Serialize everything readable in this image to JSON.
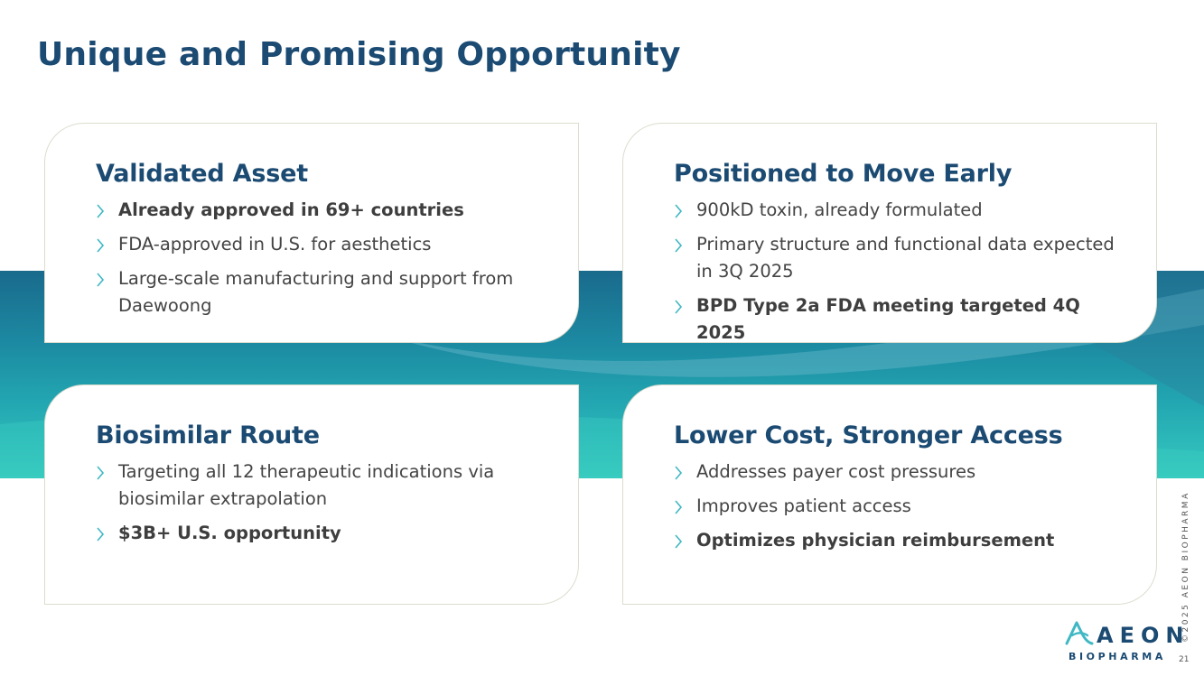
{
  "title": "Unique and Promising Opportunity",
  "colors": {
    "navy": "#1b4a72",
    "teal_accent": "#3fb8c4",
    "band_top": "#1a6a8c",
    "band_bottom": "#36c9bf"
  },
  "cards": [
    {
      "heading": "Validated Asset",
      "bullets": [
        {
          "text": "Already approved in 69+ countries",
          "bold": true
        },
        {
          "text": "FDA-approved in U.S. for aesthetics",
          "bold": false
        },
        {
          "text": "Large-scale manufacturing and support from Daewoong",
          "bold": false
        }
      ]
    },
    {
      "heading": "Positioned to Move Early",
      "bullets": [
        {
          "text": "900kD toxin, already formulated",
          "bold": false
        },
        {
          "text": "Primary structure and functional data expected in 3Q 2025",
          "bold": false
        },
        {
          "text": "BPD Type 2a FDA meeting targeted 4Q 2025",
          "bold": true
        }
      ]
    },
    {
      "heading": "Biosimilar Route",
      "bullets": [
        {
          "text": "Targeting all 12 therapeutic indications via biosimilar extrapolation",
          "bold": false
        },
        {
          "text": "$3B+ U.S. opportunity",
          "bold": true
        }
      ]
    },
    {
      "heading": "Lower Cost, Stronger Access",
      "bullets": [
        {
          "text": "Addresses payer cost pressures",
          "bold": false
        },
        {
          "text": "Improves patient access",
          "bold": false
        },
        {
          "text": "Optimizes physician reimbursement",
          "bold": true
        }
      ]
    }
  ],
  "logo": {
    "word": "AEON",
    "sub": "BIOPHARMA",
    "icon": "aeon-a-icon"
  },
  "footer": {
    "copyright": "©2025 AEON BIOPHARMA",
    "page_number": "21"
  },
  "icons": {
    "bullet": "chevron-right-icon"
  }
}
